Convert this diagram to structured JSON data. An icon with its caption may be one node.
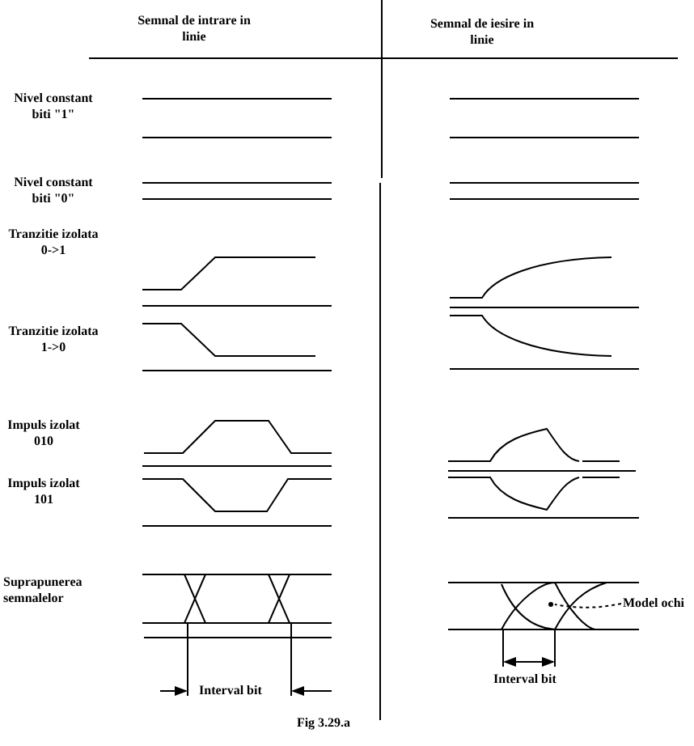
{
  "diagram": {
    "caption": "Fig 3.29.a",
    "nodes": [
      {
        "text": [
          "Model ochi"
        ]
      },
      {
        "text": [],
        "shape": "circle"
      }
    ],
    "edges": [
      {
        "from": 0,
        "to": 1,
        "arrow": "none",
        "style": "dashed"
      }
    ],
    "labels": [
      "Semnal de intrare in linie",
      "Semnal de iesire in linie",
      "Nivel constant biti \"1\"",
      "Nivel constant biti \"0\"",
      "Tranzitie izolata 0->1",
      "Tranzitie izolata 1->0",
      "Impuls izolat 010",
      "Impuls izolat 101",
      "Suprapunerea semnalelor",
      "Interval bit",
      "Interval bit"
    ]
  }
}
